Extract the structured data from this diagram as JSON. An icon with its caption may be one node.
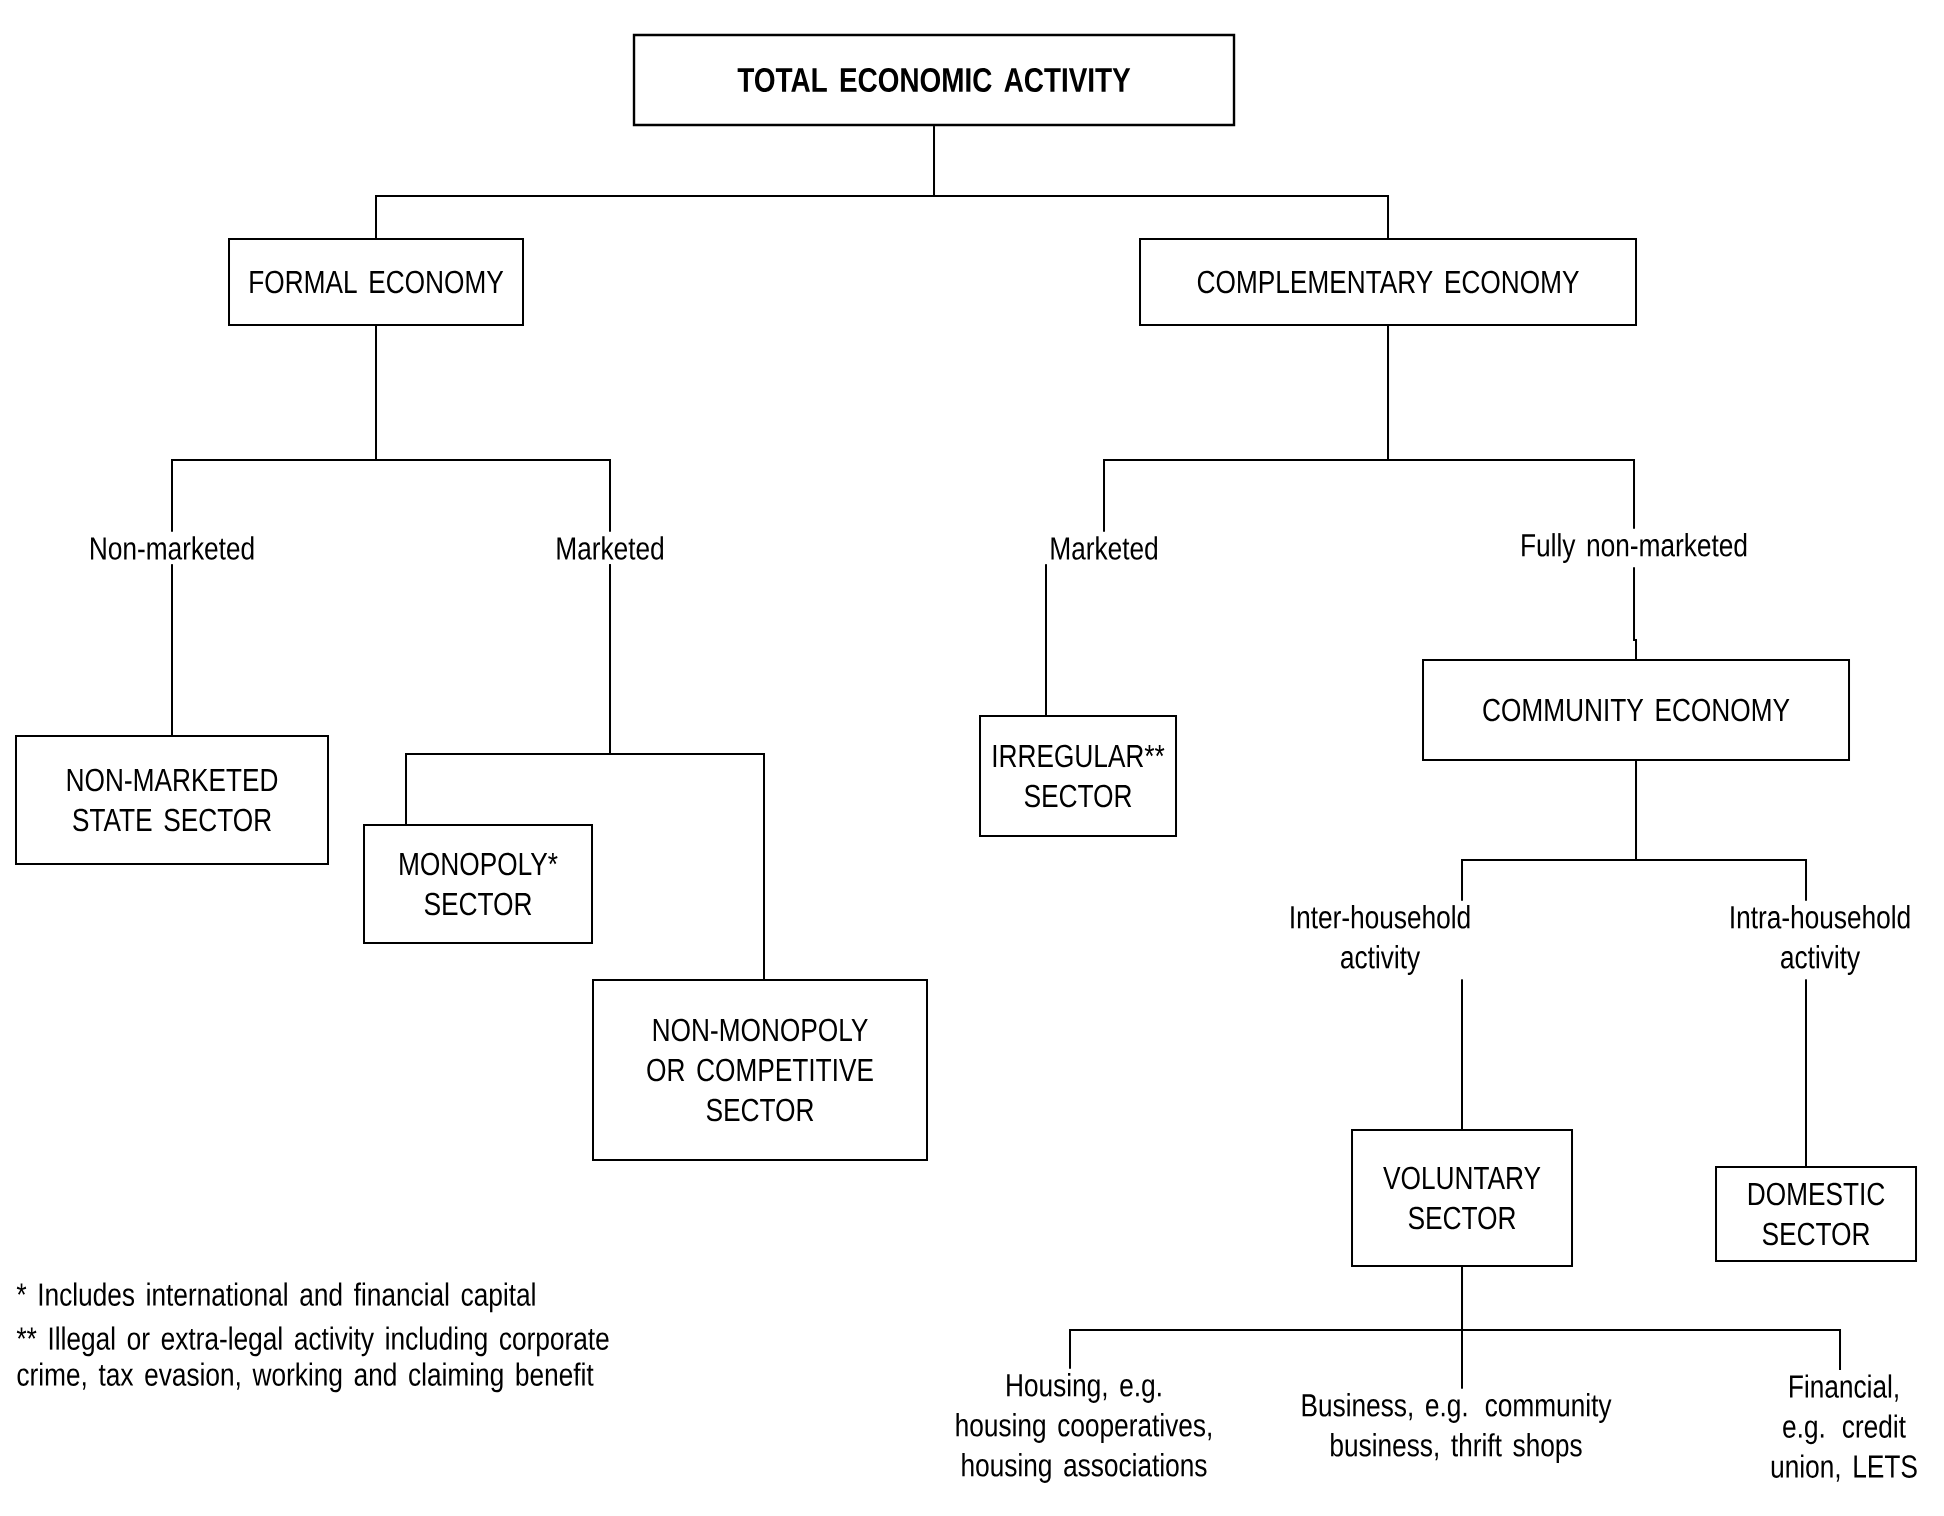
{
  "diagram": {
    "nodes": [
      {
        "text": [
          "TOTAL ECONOMIC ACTIVITY"
        ]
      },
      {
        "text": [
          "FORMAL ECONOMY"
        ]
      },
      {
        "text": [
          "COMPLEMENTARY ECONOMY"
        ]
      },
      {
        "text": [
          "Non-marketed"
        ]
      },
      {
        "text": [
          "Marketed"
        ]
      },
      {
        "text": [
          "Marketed"
        ]
      },
      {
        "text": [
          "Fully non-marketed"
        ]
      },
      {
        "text": [
          "NON-MARKETED STATE SECTOR"
        ]
      },
      {
        "text": [
          "MONOPOLY* SECTOR"
        ]
      },
      {
        "text": [
          "NON-MONOPOLY OR COMPETITIVE SECTOR"
        ]
      },
      {
        "text": [
          "IRREGULAR** SECTOR"
        ]
      },
      {
        "text": [
          "COMMUNITY ECONOMY"
        ]
      },
      {
        "text": [
          "Inter-household activity"
        ]
      },
      {
        "text": [
          "Intra-household activity"
        ]
      },
      {
        "text": [
          "VOLUNTARY SECTOR"
        ]
      },
      {
        "text": [
          "DOMESTIC SECTOR"
        ]
      },
      {
        "text": [
          "Housing, e.g. housing cooperatives, housing associations"
        ]
      },
      {
        "text": [
          "Business, e.g. community business, thrift shops"
        ]
      },
      {
        "text": [
          "Financial, e.g. credit union, LETS"
        ]
      }
    ],
    "edges": [
      {
        "from": 0,
        "to": 1,
        "arrow": "none"
      },
      {
        "from": 0,
        "to": 2,
        "arrow": "none"
      },
      {
        "from": 1,
        "to": 3,
        "arrow": "none"
      },
      {
        "from": 1,
        "to": 4,
        "arrow": "none"
      },
      {
        "from": 2,
        "to": 5,
        "arrow": "none"
      },
      {
        "from": 2,
        "to": 6,
        "arrow": "none"
      },
      {
        "from": 3,
        "to": 7,
        "arrow": "none"
      },
      {
        "from": 4,
        "to": 8,
        "arrow": "none"
      },
      {
        "from": 4,
        "to": 9,
        "arrow": "none"
      },
      {
        "from": 5,
        "to": 10,
        "arrow": "none"
      },
      {
        "from": 6,
        "to": 11,
        "arrow": "none"
      },
      {
        "from": 11,
        "to": 12,
        "arrow": "none"
      },
      {
        "from": 11,
        "to": 13,
        "arrow": "none"
      },
      {
        "from": 12,
        "to": 14,
        "arrow": "none"
      },
      {
        "from": 13,
        "to": 15,
        "arrow": "none"
      },
      {
        "from": 14,
        "to": 16,
        "arrow": "none"
      },
      {
        "from": 14,
        "to": 17,
        "arrow": "none"
      },
      {
        "from": 14,
        "to": 18,
        "arrow": "none"
      }
    ],
    "labels": [
      "* Includes international and financial capital",
      "** Illegal or extra-legal activity including corporate crime, tax evasion, working and claiming benefit"
    ]
  }
}
